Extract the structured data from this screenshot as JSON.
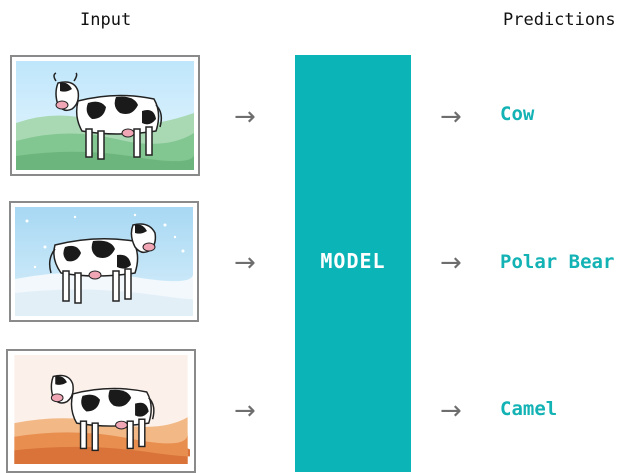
{
  "headers": {
    "input": "Input",
    "predictions": "Predictions"
  },
  "model": {
    "label": "MODEL",
    "color": "#0bb5b7"
  },
  "arrows": {
    "glyph": "→"
  },
  "rows": [
    {
      "background": "grassland",
      "prediction": "Cow"
    },
    {
      "background": "snow",
      "prediction": "Polar Bear"
    },
    {
      "background": "desert",
      "prediction": "Camel"
    }
  ],
  "colors": {
    "prediction_text": "#13b2b4",
    "arrow": "#6e6e6e",
    "frame_border": "#8a8a8a"
  }
}
